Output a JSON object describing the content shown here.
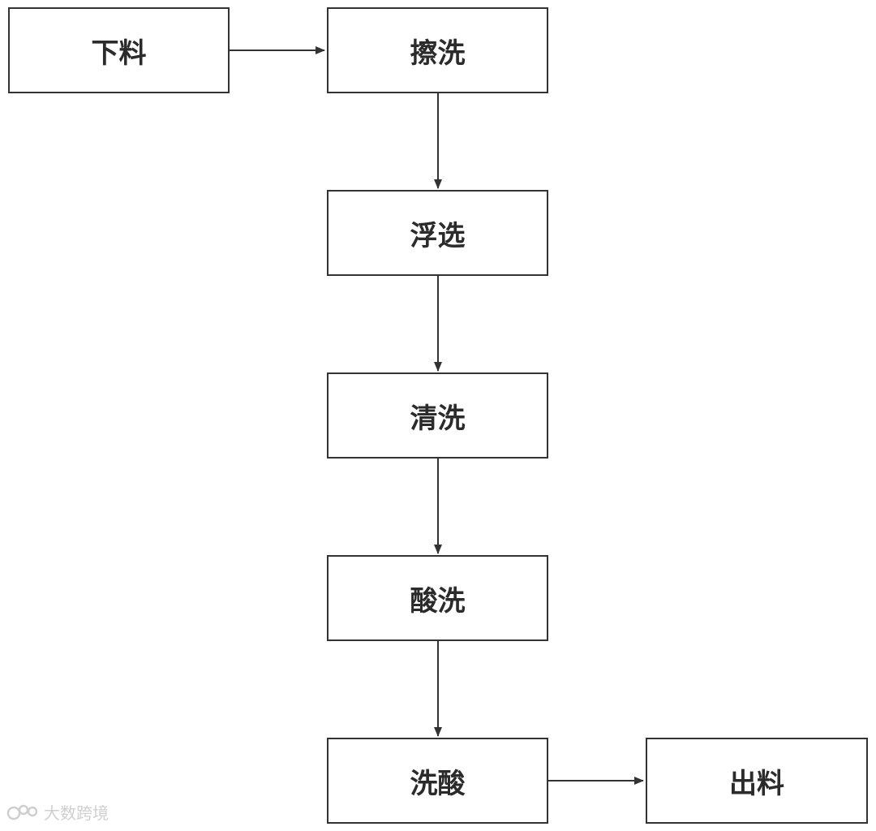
{
  "diagram": {
    "nodes": [
      {
        "id": "xialiao",
        "label": "下料"
      },
      {
        "id": "caxi",
        "label": "擦洗"
      },
      {
        "id": "fuxuan",
        "label": "浮选"
      },
      {
        "id": "qingxi",
        "label": "清洗"
      },
      {
        "id": "suanxi",
        "label": "酸洗"
      },
      {
        "id": "xisuan",
        "label": "洗酸"
      },
      {
        "id": "chuliao",
        "label": "出料"
      }
    ],
    "edges": [
      {
        "from": "xialiao",
        "to": "caxi"
      },
      {
        "from": "caxi",
        "to": "fuxuan"
      },
      {
        "from": "fuxuan",
        "to": "qingxi"
      },
      {
        "from": "qingxi",
        "to": "suanxi"
      },
      {
        "from": "suanxi",
        "to": "xisuan"
      },
      {
        "from": "xisuan",
        "to": "chuliao"
      }
    ],
    "colors": {
      "border": "#333333",
      "text": "#2b2b2b",
      "arrow": "#333333"
    }
  },
  "watermark": {
    "text": "大数跨境"
  }
}
